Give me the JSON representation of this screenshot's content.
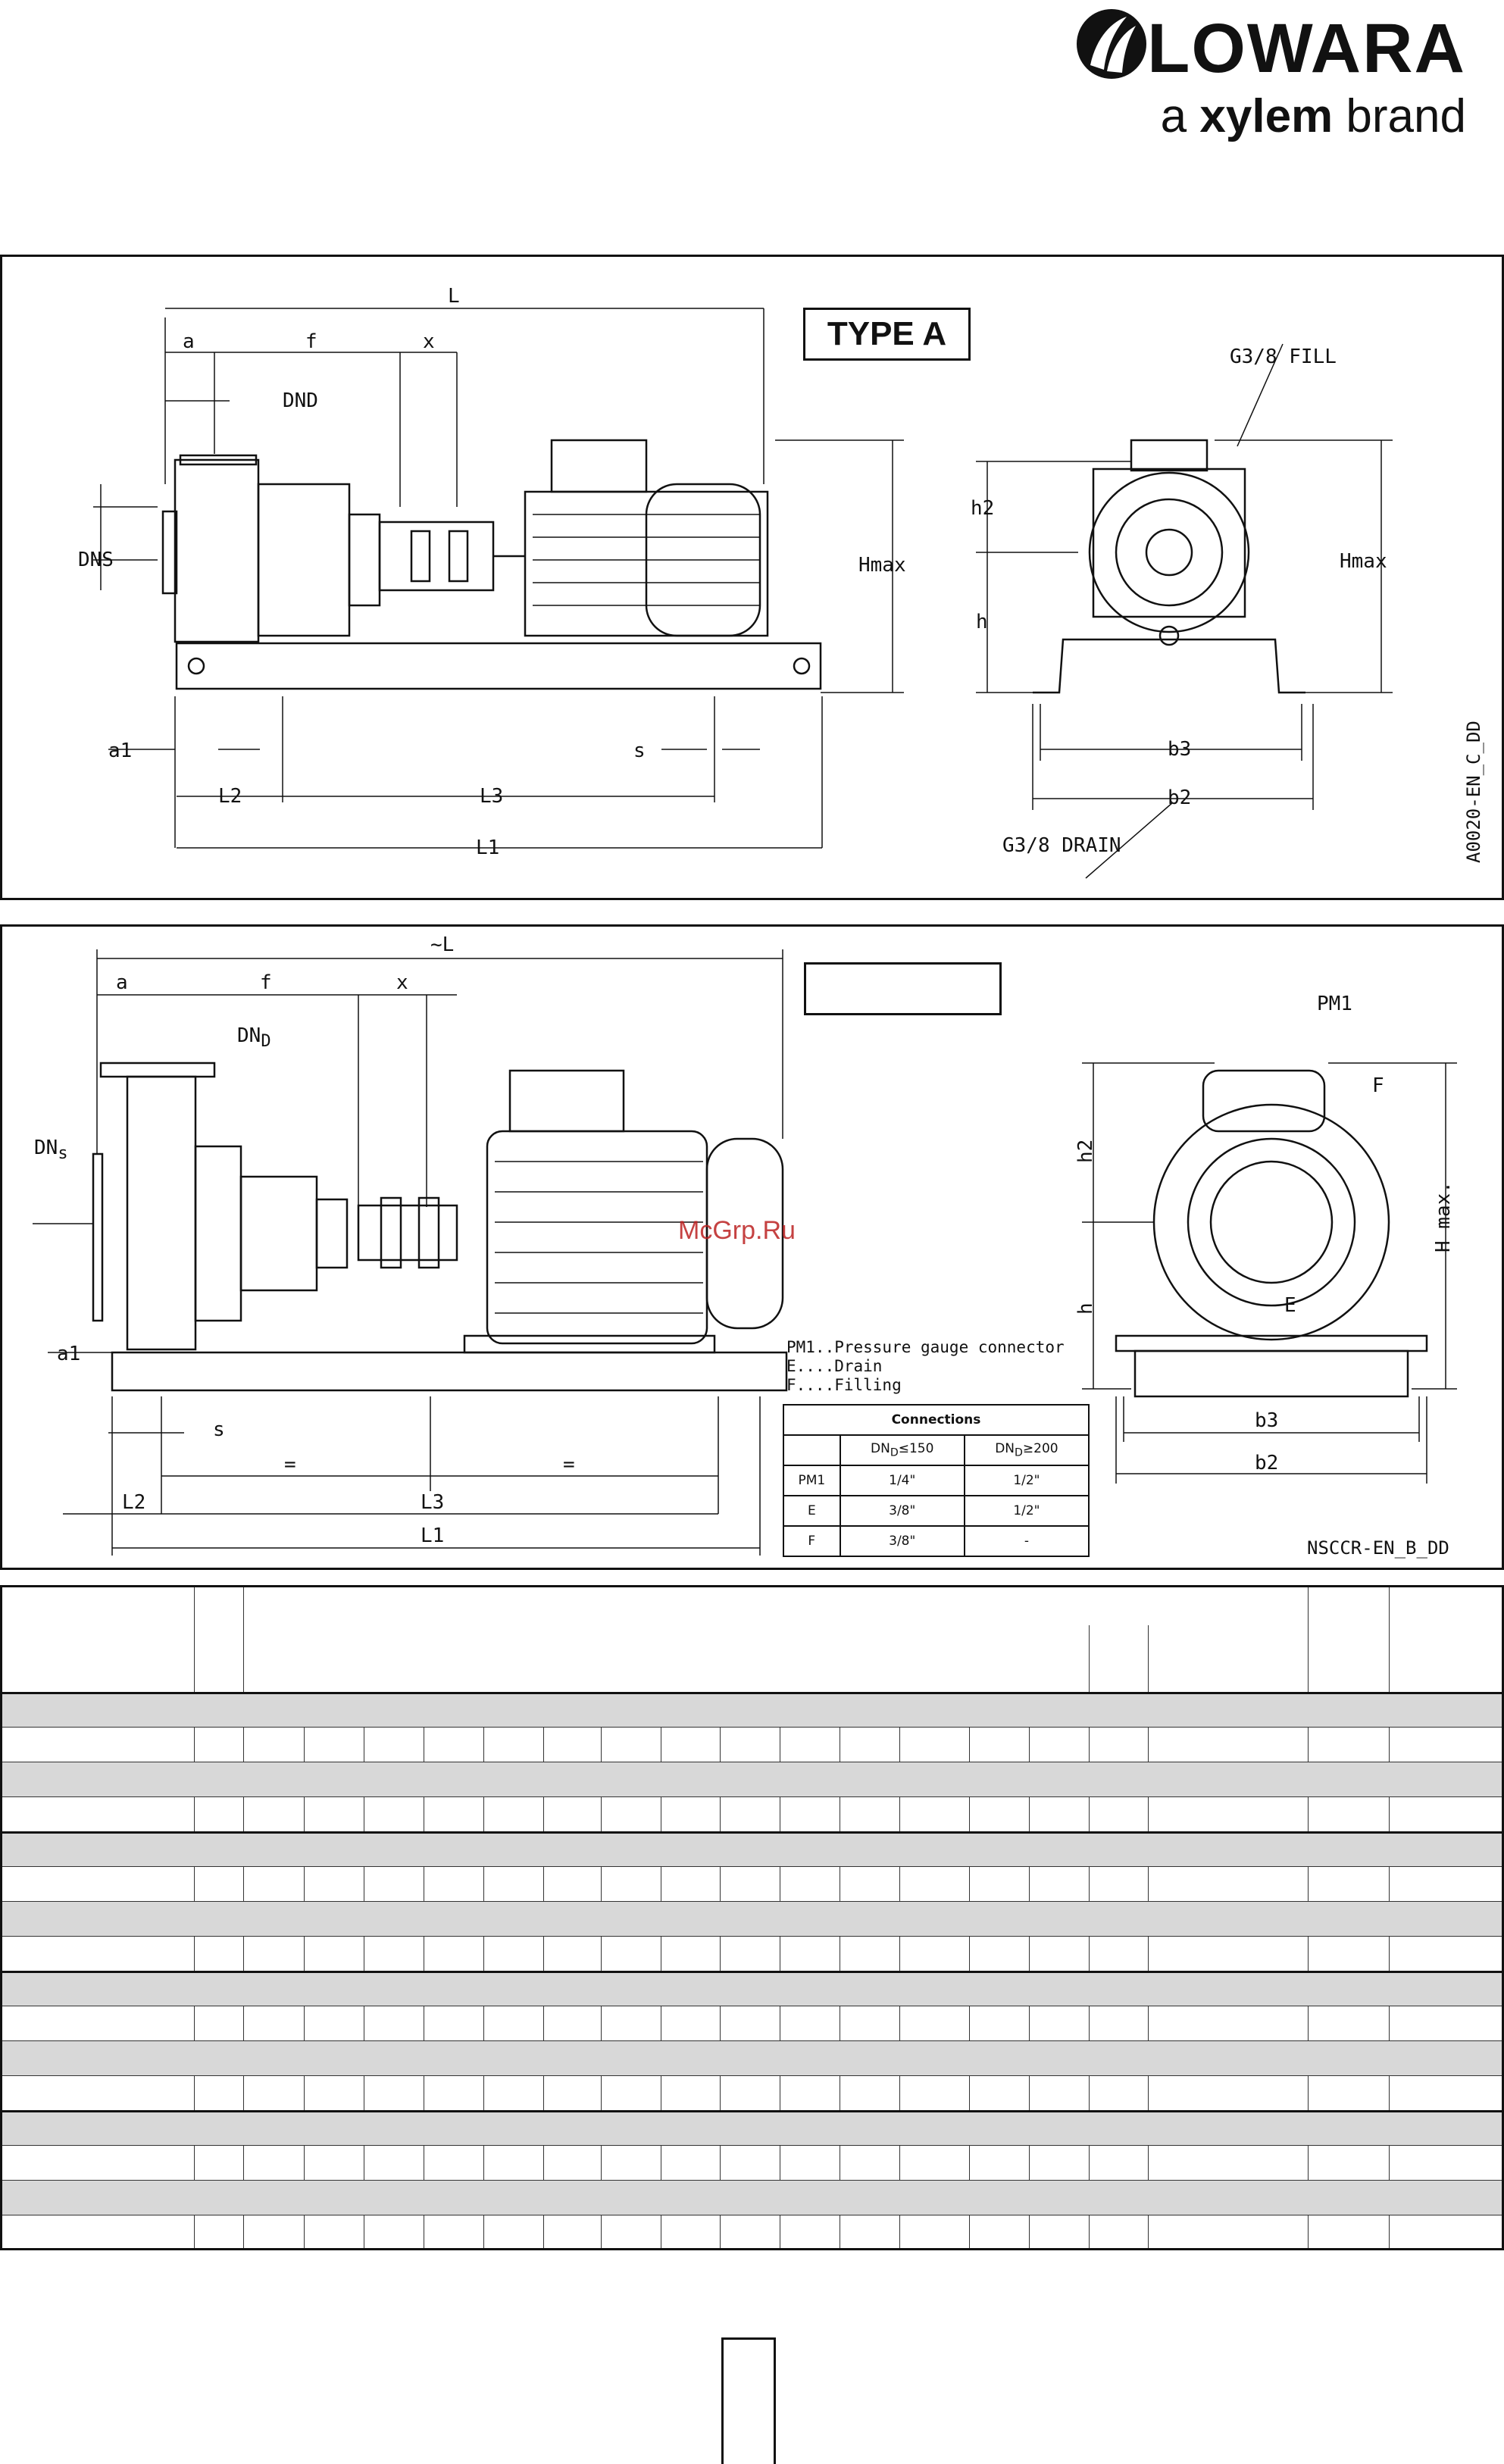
{
  "brand": {
    "name": "LOWARA",
    "subtitle_a": "a ",
    "subtitle_b": "xylem",
    "subtitle_c": " brand"
  },
  "typeA": {
    "label": "TYPE A",
    "code": "A0020-EN_C_DD",
    "fill": "G3/8 FILL",
    "drain": "G3/8 DRAIN",
    "dims": {
      "L": "L",
      "a": "a",
      "f": "f",
      "x": "x",
      "DND": "DND",
      "DNS": "DNS",
      "Hmax": "Hmax",
      "h2": "h2",
      "h": "h",
      "a1": "a1",
      "s": "s",
      "L2": "L2",
      "L3": "L3",
      "L1": "L1",
      "b3": "b3",
      "b2": "b2"
    }
  },
  "typeB": {
    "label": "",
    "code": "NSCCR-EN_B_DD",
    "dims": {
      "L": "~L",
      "a": "a",
      "f": "f",
      "x": "x",
      "DND": "DN",
      "DND_sub": "D",
      "DNS": "DN",
      "DNS_sub": "s",
      "PM1": "PM1",
      "F": "F",
      "E": "E",
      "h2": "h2",
      "h": "h",
      "Hmax": "H max.",
      "a1": "a1",
      "s": "s",
      "eq": "=",
      "L2": "L2",
      "L3": "L3",
      "L1": "L1",
      "b3": "b3",
      "b2": "b2"
    },
    "legend": [
      "PM1..Pressure gauge connector",
      "E....Drain",
      "F....Filling"
    ],
    "connections": {
      "title": "Connections",
      "col1": "DN",
      "col1_sub": "D",
      "col1_rel": "≤150",
      "col2": "DN",
      "col2_sub": "D",
      "col2_rel": "≥200",
      "rows": [
        {
          "name": "PM1",
          "a": "1/4\"",
          "b": "1/2\""
        },
        {
          "name": "E",
          "a": "3/8\"",
          "b": "1/2\""
        },
        {
          "name": "F",
          "a": "3/8\"",
          "b": "-"
        }
      ]
    }
  },
  "watermark": "McGrp.Ru"
}
